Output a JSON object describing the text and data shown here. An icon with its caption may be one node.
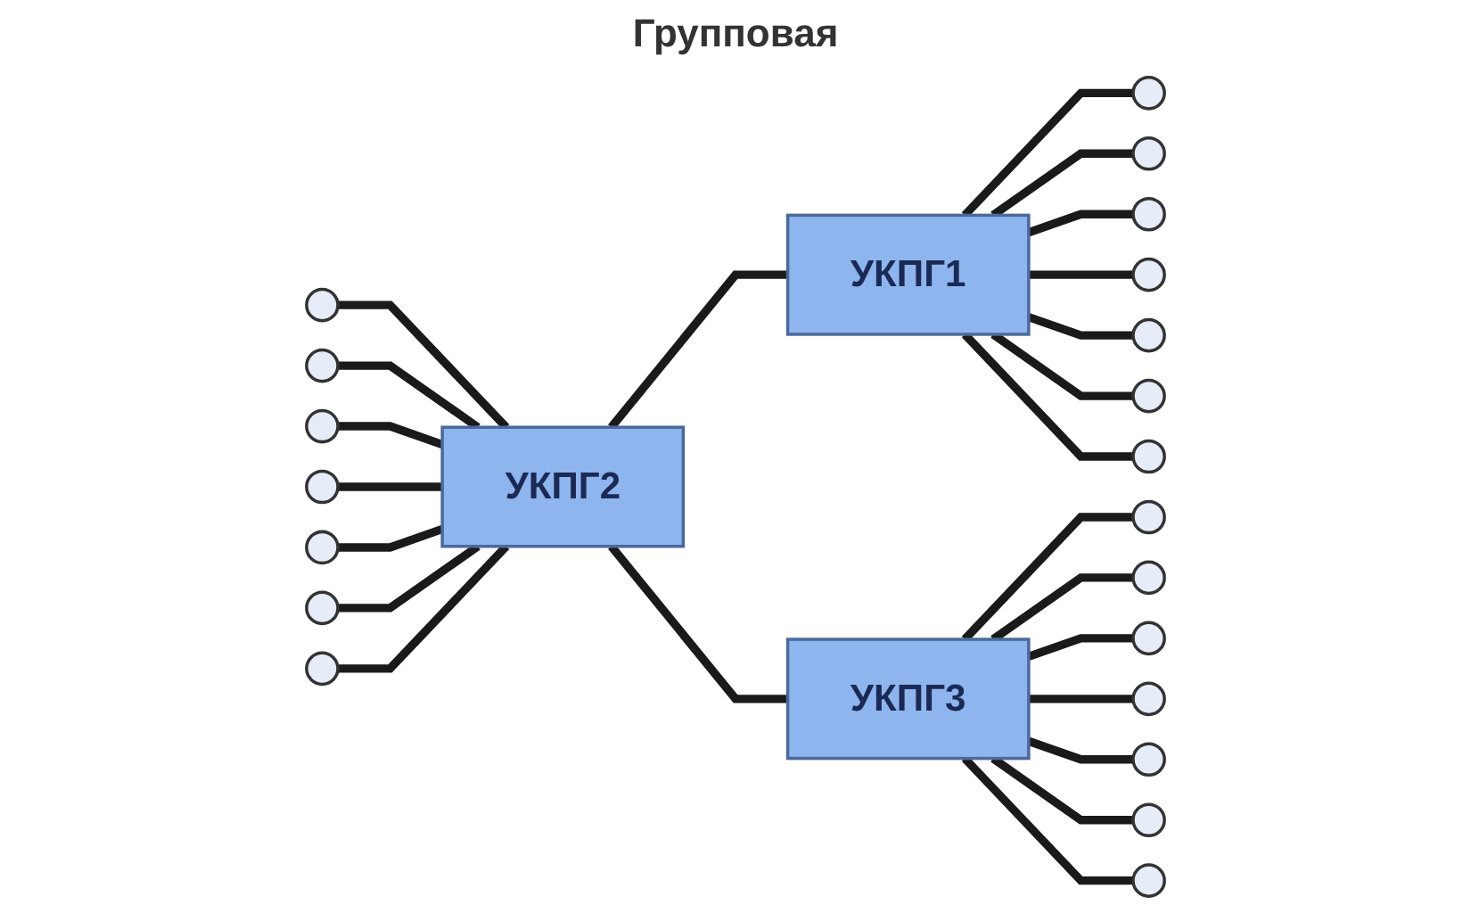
{
  "diagram": {
    "title": "Групповая",
    "nodes": [
      {
        "text": [
          "УКПГ1"
        ]
      },
      {
        "text": [],
        "shape": "circle"
      },
      {
        "text": [],
        "shape": "circle"
      },
      {
        "text": [],
        "shape": "circle"
      },
      {
        "text": [],
        "shape": "circle"
      },
      {
        "text": [],
        "shape": "circle"
      },
      {
        "text": [],
        "shape": "circle"
      },
      {
        "text": [],
        "shape": "circle"
      },
      {
        "text": [
          "УКПГ2"
        ]
      },
      {
        "text": [],
        "shape": "circle"
      },
      {
        "text": [],
        "shape": "circle"
      },
      {
        "text": [],
        "shape": "circle"
      },
      {
        "text": [],
        "shape": "circle"
      },
      {
        "text": [],
        "shape": "circle"
      },
      {
        "text": [],
        "shape": "circle"
      },
      {
        "text": [],
        "shape": "circle"
      },
      {
        "text": [
          "УКПГ3"
        ]
      },
      {
        "text": [],
        "shape": "circle"
      },
      {
        "text": [],
        "shape": "circle"
      },
      {
        "text": [],
        "shape": "circle"
      },
      {
        "text": [],
        "shape": "circle"
      },
      {
        "text": [],
        "shape": "circle"
      },
      {
        "text": [],
        "shape": "circle"
      },
      {
        "text": [],
        "shape": "circle"
      }
    ],
    "edges": [
      {
        "from": 0,
        "to": 1,
        "arrow": "none"
      },
      {
        "from": 0,
        "to": 2,
        "arrow": "none"
      },
      {
        "from": 0,
        "to": 3,
        "arrow": "none"
      },
      {
        "from": 0,
        "to": 4,
        "arrow": "none"
      },
      {
        "from": 0,
        "to": 5,
        "arrow": "none"
      },
      {
        "from": 0,
        "to": 6,
        "arrow": "none"
      },
      {
        "from": 0,
        "to": 7,
        "arrow": "none"
      },
      {
        "from": 9,
        "to": 8,
        "arrow": "none"
      },
      {
        "from": 10,
        "to": 8,
        "arrow": "none"
      },
      {
        "from": 11,
        "to": 8,
        "arrow": "none"
      },
      {
        "from": 12,
        "to": 8,
        "arrow": "none"
      },
      {
        "from": 13,
        "to": 8,
        "arrow": "none"
      },
      {
        "from": 14,
        "to": 8,
        "arrow": "none"
      },
      {
        "from": 15,
        "to": 8,
        "arrow": "none"
      },
      {
        "from": 8,
        "to": 0,
        "arrow": "none"
      },
      {
        "from": 8,
        "to": 16,
        "arrow": "none"
      },
      {
        "from": 16,
        "to": 17,
        "arrow": "none"
      },
      {
        "from": 16,
        "to": 18,
        "arrow": "none"
      },
      {
        "from": 16,
        "to": 19,
        "arrow": "none"
      },
      {
        "from": 16,
        "to": 20,
        "arrow": "none"
      },
      {
        "from": 16,
        "to": 21,
        "arrow": "none"
      },
      {
        "from": 16,
        "to": 22,
        "arrow": "none"
      },
      {
        "from": 16,
        "to": 23,
        "arrow": "none"
      }
    ]
  }
}
